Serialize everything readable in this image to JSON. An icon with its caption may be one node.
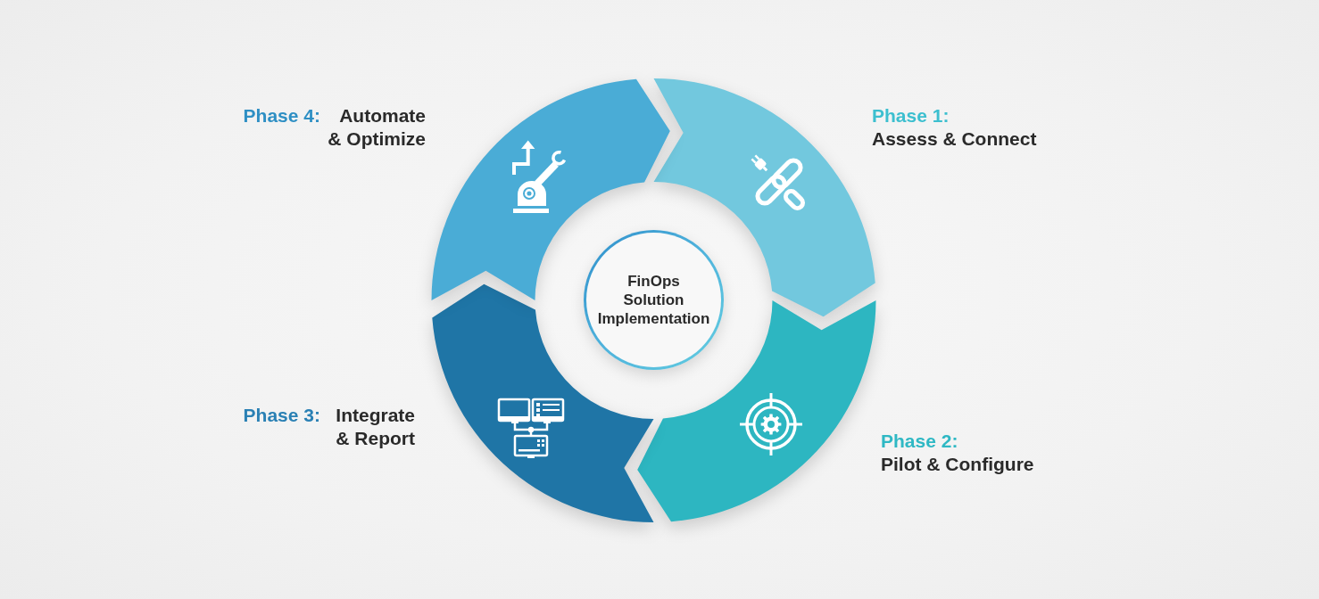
{
  "diagram": {
    "nodes": [
      {
        "text": [
          "FinOps Solution Implementation"
        ]
      },
      {
        "text": [
          "Phase 1:",
          "Assess & Connect"
        ]
      },
      {
        "text": [
          "Phase 2:",
          "Pilot & Configure"
        ]
      },
      {
        "text": [
          "Phase 3:",
          "Integrate & Report"
        ]
      },
      {
        "text": [
          "Phase 4:",
          "Automate & Optimize"
        ]
      }
    ]
  }
}
